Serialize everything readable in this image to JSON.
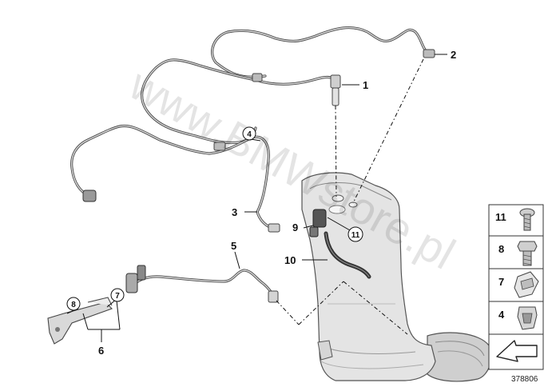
{
  "diagram": {
    "callouts": {
      "c1": "1",
      "c2": "2",
      "c3": "3",
      "c4": "4",
      "c5": "5",
      "c6": "6",
      "c7": "7",
      "c8": "8",
      "c9": "9",
      "c10": "10",
      "c11": "11"
    },
    "watermark": "www.BMWstore.pl",
    "legend": [
      {
        "number": "11",
        "icon": "torx-screw-icon"
      },
      {
        "number": "8",
        "icon": "hex-bolt-icon"
      },
      {
        "number": "7",
        "icon": "clip-nut-icon"
      },
      {
        "number": "4",
        "icon": "cable-clip-icon"
      },
      {
        "number": "",
        "icon": "arrow-icon"
      }
    ],
    "diagram_number": "378806"
  }
}
